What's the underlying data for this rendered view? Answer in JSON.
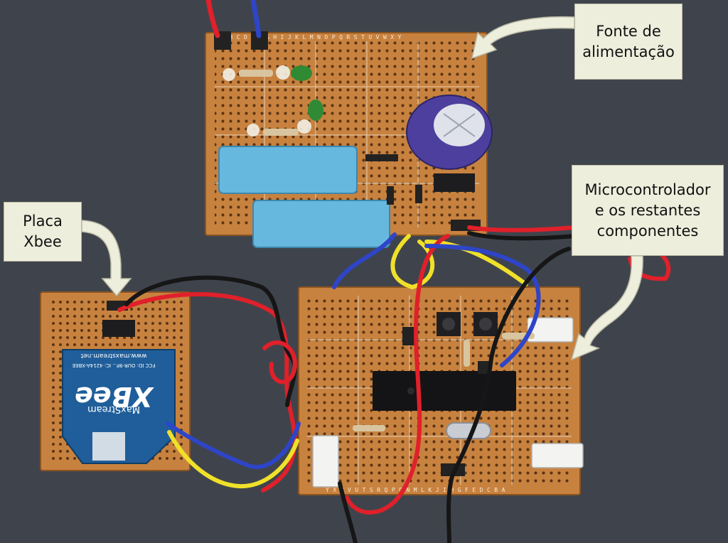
{
  "callouts": {
    "power": {
      "lines": [
        "Fonte de",
        "alimentação"
      ]
    },
    "mcu": {
      "lines": [
        "Microcontrolador",
        "e os restantes",
        "componentes"
      ]
    },
    "xbee": {
      "lines": [
        "Placa",
        "Xbee"
      ]
    }
  },
  "board_print": {
    "top_letters": "ABCDEFGHIJKLMNOPQRSTUVWXY",
    "mcu_bottom_letters": "YXWVUTSRQPONMLKJIHGFEDCBA",
    "xbee_module": {
      "brand": "XBee",
      "maker": "MaxStream",
      "url": "www.maxstream.net",
      "ids": "FCC ID: OUR-9P...  IC: 4214A-XBEE"
    }
  },
  "colors": {
    "background": "#3f444c",
    "board": "#c8823f",
    "wire_red": "#e0202a",
    "wire_blue": "#2e45c8",
    "wire_yellow": "#f0e02a",
    "wire_black": "#161616",
    "capacitor_blue": "#67b8de",
    "electrolytic": "#4d3f9e",
    "xbee_module": "#1f5e9a",
    "callout_fill": "#eeeedd"
  },
  "icons": [
    "power-board",
    "xbee-board",
    "mcu-board",
    "microcontroller-chip",
    "crystal",
    "push-button",
    "electrolytic-capacitor",
    "callout-arrow"
  ]
}
